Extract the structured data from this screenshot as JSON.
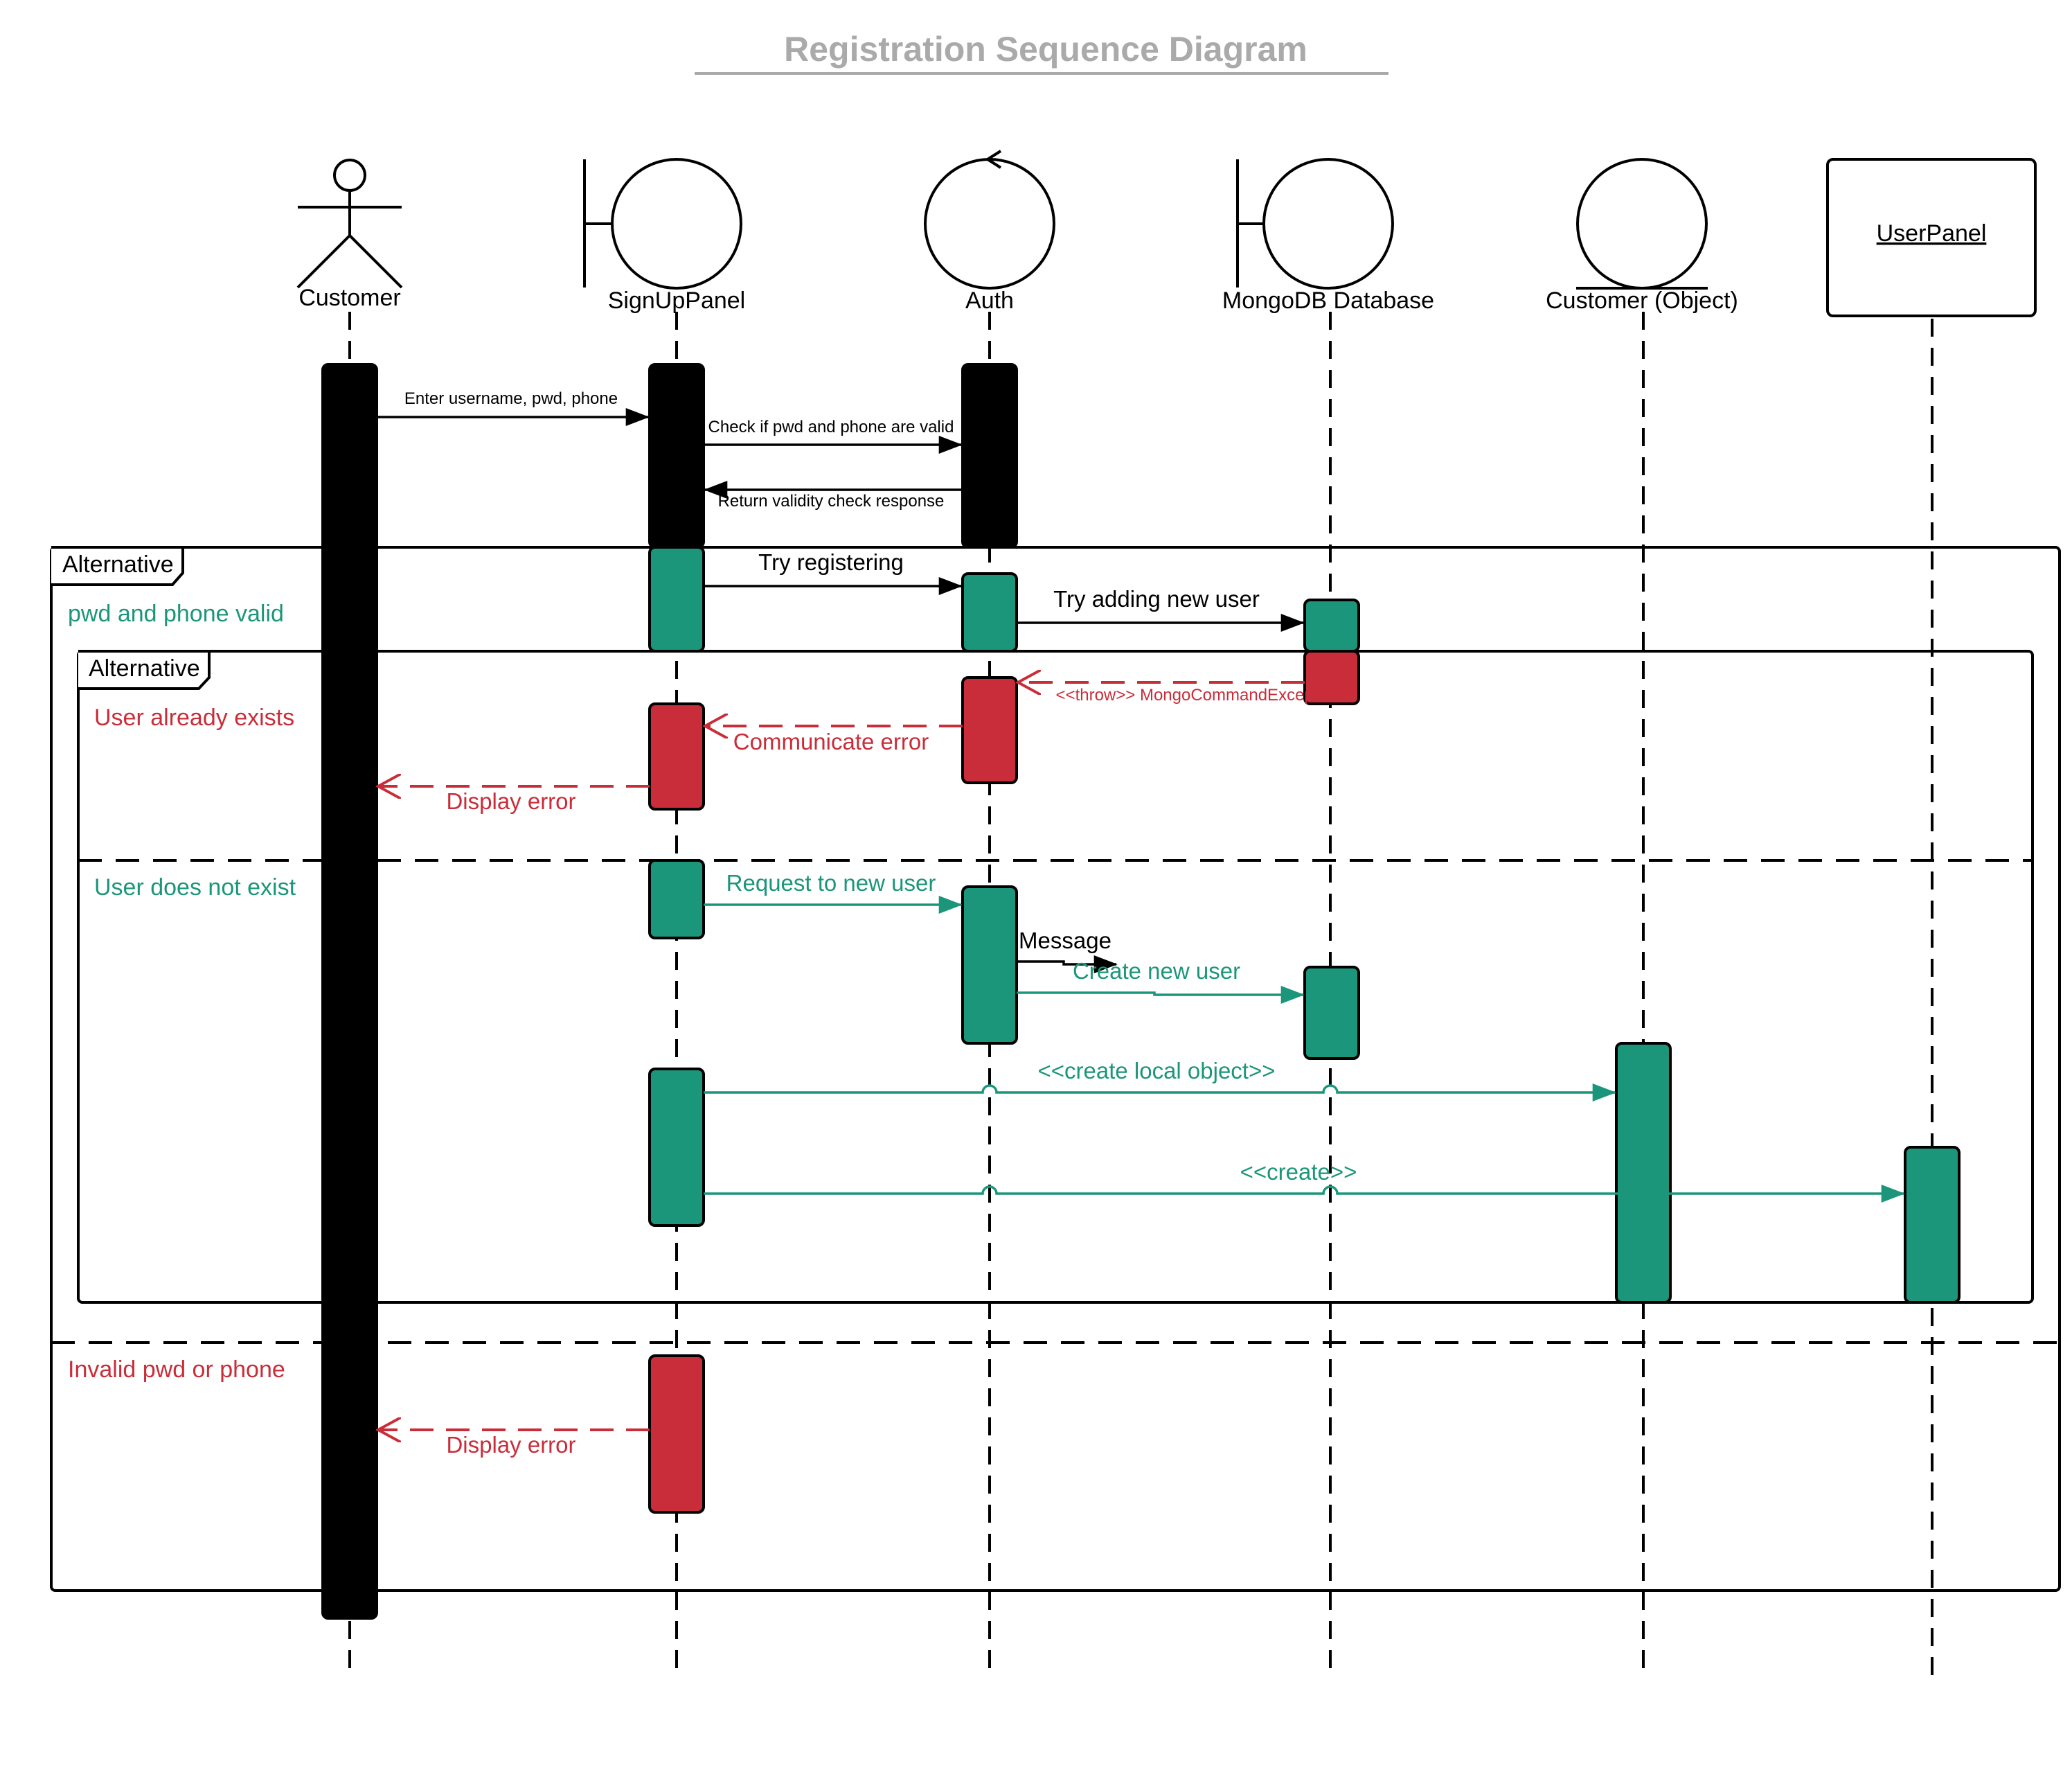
{
  "title": "Registration Sequence Diagram",
  "colors": {
    "black": "#000000",
    "green": "#1b967a",
    "red": "#c92d39",
    "title_gray": "#aaaaaa"
  },
  "participants": [
    {
      "id": "customer",
      "type": "actor",
      "label": "Customer"
    },
    {
      "id": "signup",
      "type": "boundary",
      "label": "SignUpPanel"
    },
    {
      "id": "auth",
      "type": "control",
      "label": "Auth"
    },
    {
      "id": "mongo",
      "type": "boundary",
      "label": "MongoDB Database"
    },
    {
      "id": "custobj",
      "type": "entity",
      "label": "Customer (Object)"
    },
    {
      "id": "userpanel",
      "type": "box",
      "label": "UserPanel"
    }
  ],
  "messages": [
    {
      "label": "Enter username, pwd, phone",
      "color": "black",
      "style": "solid"
    },
    {
      "label": "Check if pwd and phone are valid",
      "color": "black",
      "style": "solid"
    },
    {
      "label": "Return validity check response",
      "color": "black",
      "style": "solid"
    },
    {
      "label": "Try registering",
      "color": "black",
      "style": "solid"
    },
    {
      "label": "Try adding new user",
      "color": "black",
      "style": "solid"
    },
    {
      "label": "<<throw>> MongoCommandException",
      "color": "red",
      "style": "dashed"
    },
    {
      "label": "Communicate error",
      "color": "red",
      "style": "dashed"
    },
    {
      "label": "Display error",
      "color": "red",
      "style": "dashed"
    },
    {
      "label": "Request to new user",
      "color": "green",
      "style": "solid"
    },
    {
      "label": "Message",
      "color": "black",
      "style": "solid"
    },
    {
      "label": "Create new user",
      "color": "green",
      "style": "solid"
    },
    {
      "label": "<<create local object>>",
      "color": "green",
      "style": "solid"
    },
    {
      "label": "<<create>>",
      "color": "green",
      "style": "solid"
    },
    {
      "label": "Display error",
      "color": "red",
      "style": "dashed"
    }
  ],
  "fragments": {
    "outer": {
      "label": "Alternative",
      "guard_1": "pwd and phone valid",
      "guard_2": "Invalid pwd or phone"
    },
    "inner": {
      "label": "Alternative",
      "guard_1": "User already exists",
      "guard_2": "User does not exist"
    }
  }
}
